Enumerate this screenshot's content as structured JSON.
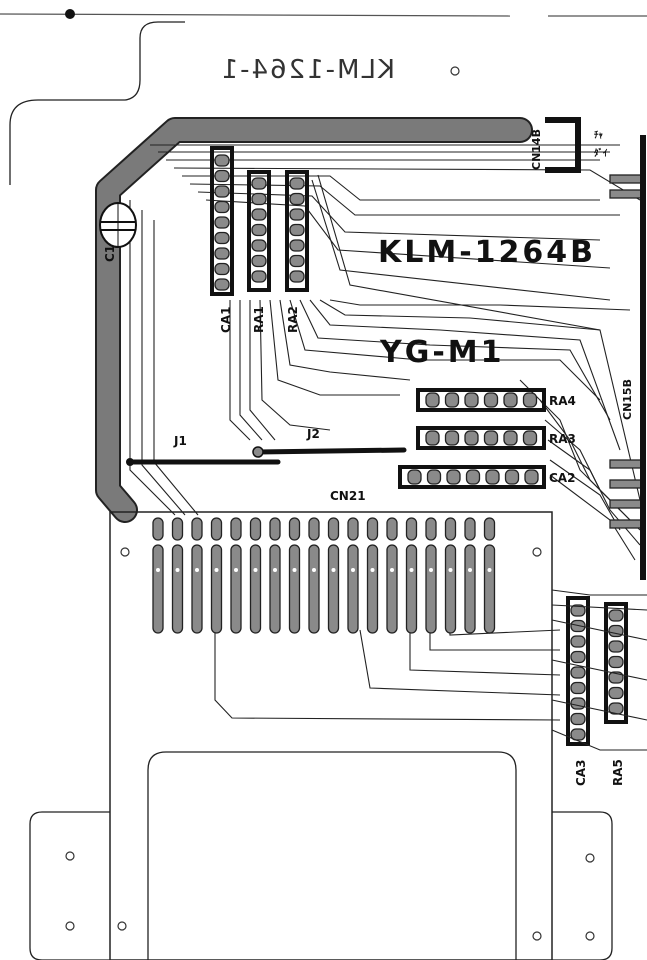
{
  "board_labels": {
    "mirrored_part": "KLM-1264-1",
    "board_id": "KLM-1264B",
    "model": "YG-M1"
  },
  "components": {
    "c1": "C1",
    "ca1": "CA1",
    "ra1": "RA1",
    "ra2": "RA2",
    "ra3": "RA3",
    "ra4": "RA4",
    "ca2": "CA2",
    "ca3": "CA3",
    "ra5": "RA5",
    "j1": "J1",
    "j2": "J2",
    "cn21": "CN21",
    "cn14b": "CN14B",
    "cn15b": "CN15B"
  },
  "small_marks": {
    "mark1": "ﾁｬ",
    "mark2": "ﾀﾞｲ"
  },
  "connector": {
    "finger_count": 18
  },
  "colors": {
    "ink": "#111111",
    "copper_fill": "#8a8a8a",
    "background": "#ffffff"
  }
}
